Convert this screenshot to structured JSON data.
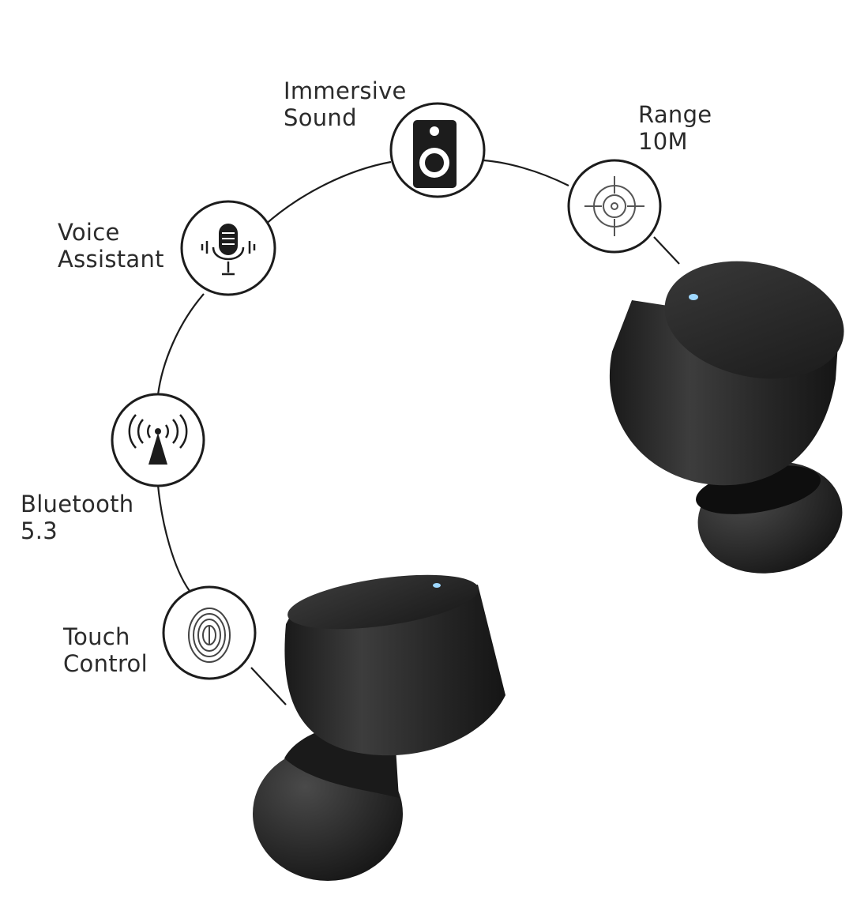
{
  "features": [
    {
      "id": "immersive-sound",
      "lines": [
        "Immersive",
        "Sound"
      ],
      "icon": "speaker-icon"
    },
    {
      "id": "range",
      "lines": [
        "Range",
        "10M"
      ],
      "icon": "target-icon"
    },
    {
      "id": "voice-assistant",
      "lines": [
        "Voice",
        "Assistant"
      ],
      "icon": "microphone-icon"
    },
    {
      "id": "bluetooth",
      "lines": [
        "Bluetooth",
        "5.3"
      ],
      "icon": "signal-tower-icon"
    },
    {
      "id": "touch-control",
      "lines": [
        "Touch",
        "Control"
      ],
      "icon": "fingerprint-icon"
    }
  ],
  "colors": {
    "outline": "#1c1c1c",
    "earbud_body": "#2a2a2a",
    "earbud_highlight": "#4a4a4a",
    "indicator_light": "#9fd8ff"
  }
}
